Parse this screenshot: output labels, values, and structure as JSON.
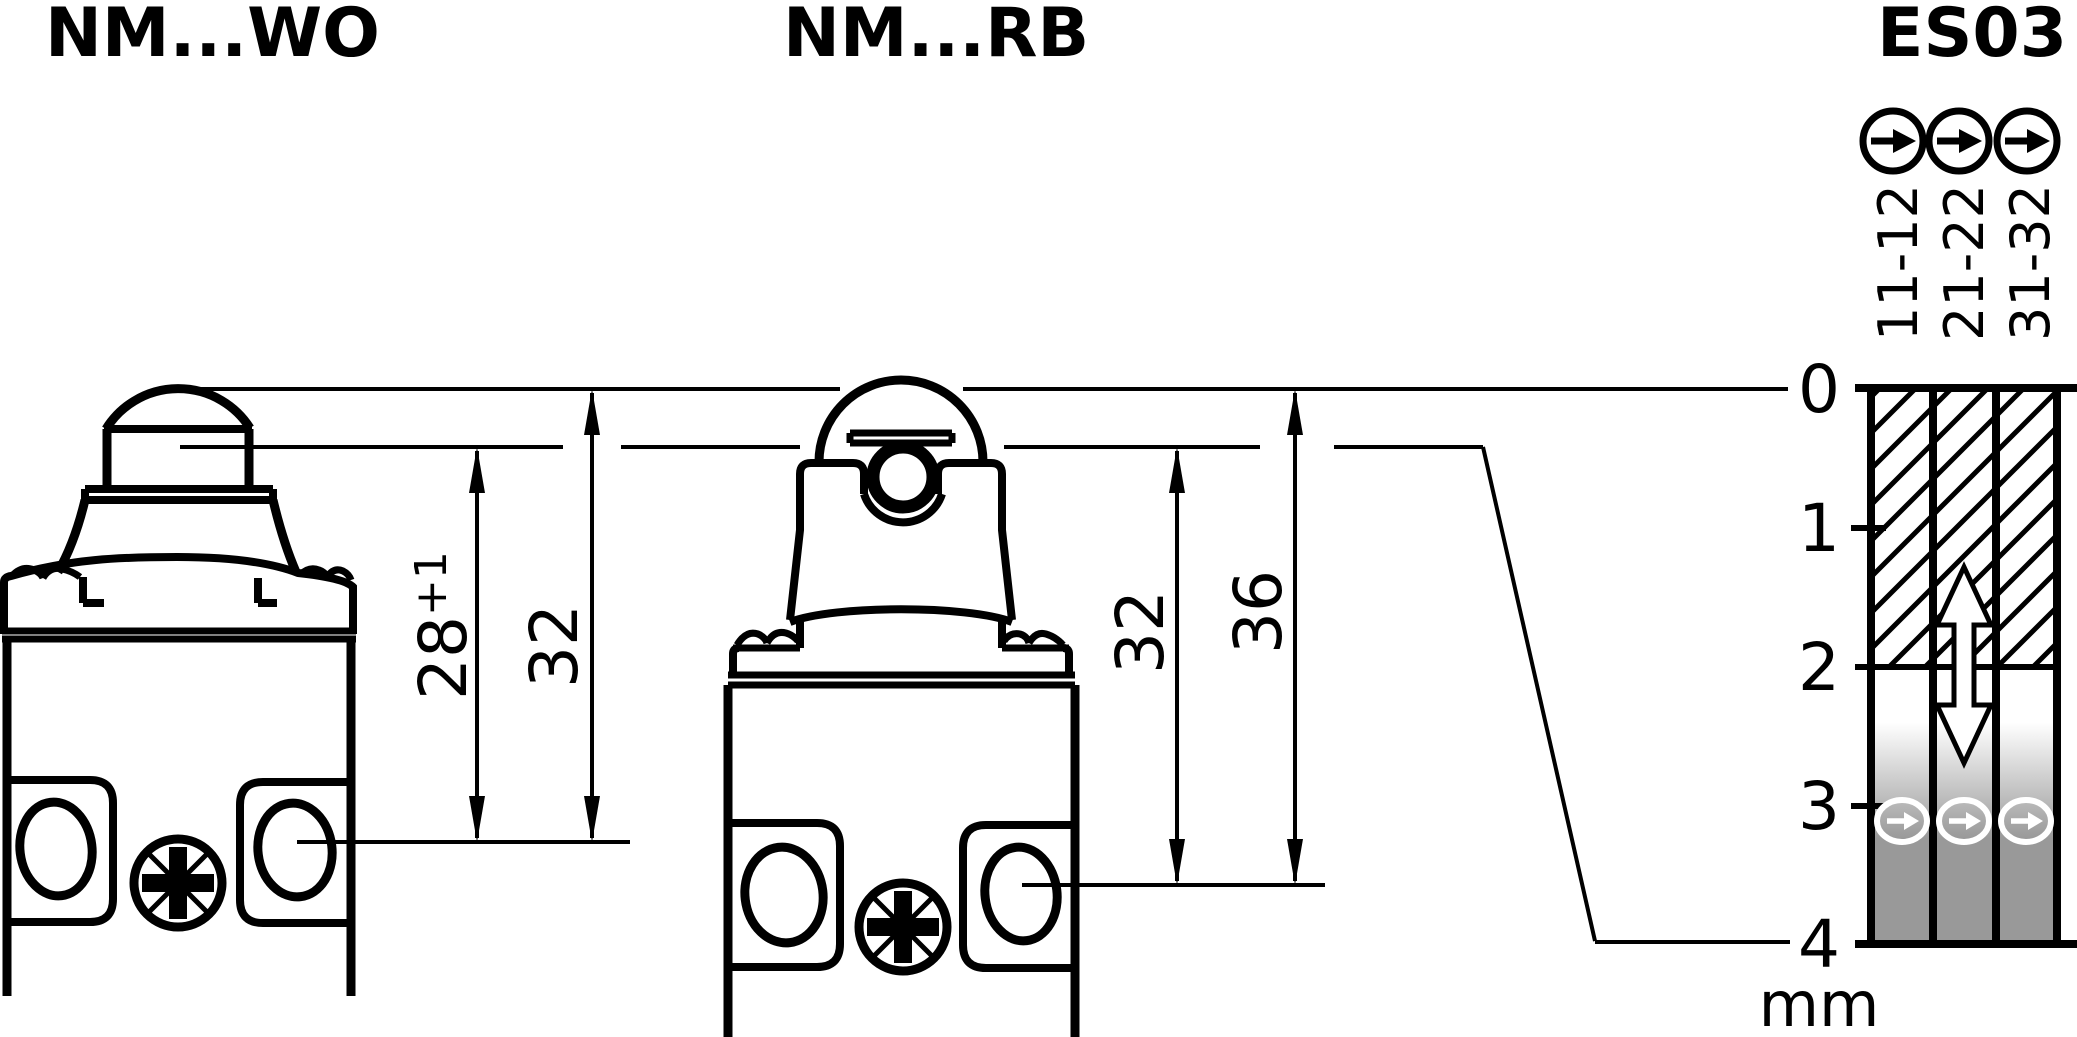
{
  "colors": {
    "ink": "#000000",
    "fill_gray": "#999999",
    "background": "#ffffff"
  },
  "switch_wo": {
    "title": "NM...WO",
    "dim_pretravel_value": "28",
    "dim_pretravel_tolerance": "+1",
    "dim_total_value": "32"
  },
  "switch_rb": {
    "title": "NM...RB",
    "dim_to_roller_value": "32",
    "dim_total_value": "36"
  },
  "travel_diagram": {
    "title": "ES03",
    "contact_labels": [
      "11-12",
      "21-22",
      "31-32"
    ],
    "scale_ticks": [
      "0",
      "1",
      "2",
      "3",
      "4"
    ],
    "unit": "mm",
    "zones": {
      "hatched_closed_mm": [
        0,
        2
      ],
      "shaded_gray_mm": [
        2.2,
        4
      ],
      "actuation_arrow_mm": [
        1.3,
        2.7
      ],
      "contact_switch_point_mm": 3.1
    }
  }
}
